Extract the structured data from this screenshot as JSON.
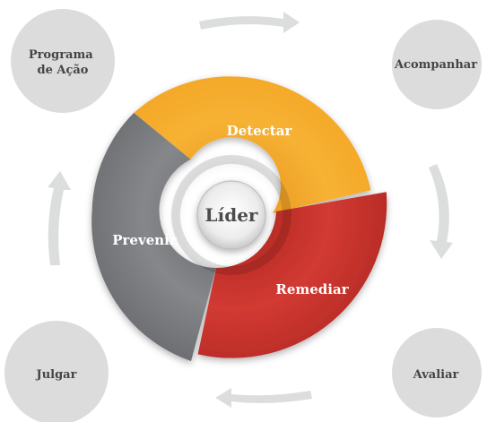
{
  "center": {
    "label": "Líder"
  },
  "segments": [
    {
      "id": "detectar",
      "label": "Detectar",
      "color": "#f0a830"
    },
    {
      "id": "remediar",
      "label": "Remediar",
      "color": "#c8322c"
    },
    {
      "id": "prevenir",
      "label": "Prevenir",
      "color": "#7c7d80"
    }
  ],
  "cycle": [
    {
      "id": "programa",
      "lines": [
        "Programa",
        "de Ação"
      ]
    },
    {
      "id": "acompanhar",
      "lines": [
        "Acompanhar"
      ]
    },
    {
      "id": "avaliar",
      "lines": [
        "Avaliar"
      ]
    },
    {
      "id": "julgar",
      "lines": [
        "Julgar"
      ]
    }
  ],
  "colors": {
    "node": "#dcdcdc",
    "arrow": "#dcdddd",
    "node_text": "#444444",
    "center_text": "#4d4d4d"
  }
}
